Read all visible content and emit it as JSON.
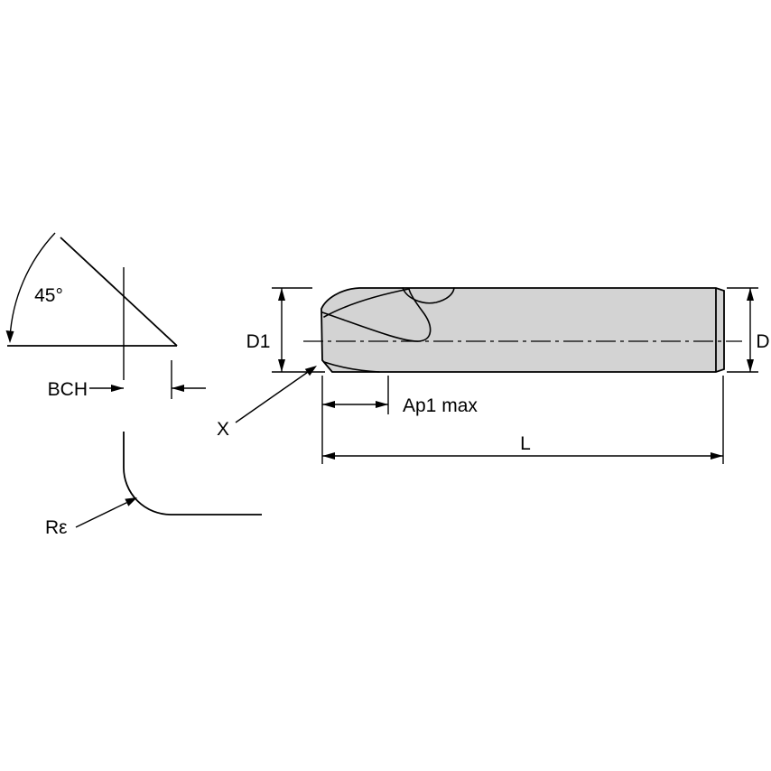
{
  "page": {
    "background": "#ffffff"
  },
  "colors": {
    "line": "#000000",
    "tool_fill": "#d3d3d3",
    "text": "#000000"
  },
  "labels": {
    "angle": "45°",
    "bch": "BCH",
    "corner_radius": "Rε",
    "d1": "D1",
    "ap1": "Ap1 max",
    "x": "X",
    "length": "L",
    "d": "D"
  }
}
